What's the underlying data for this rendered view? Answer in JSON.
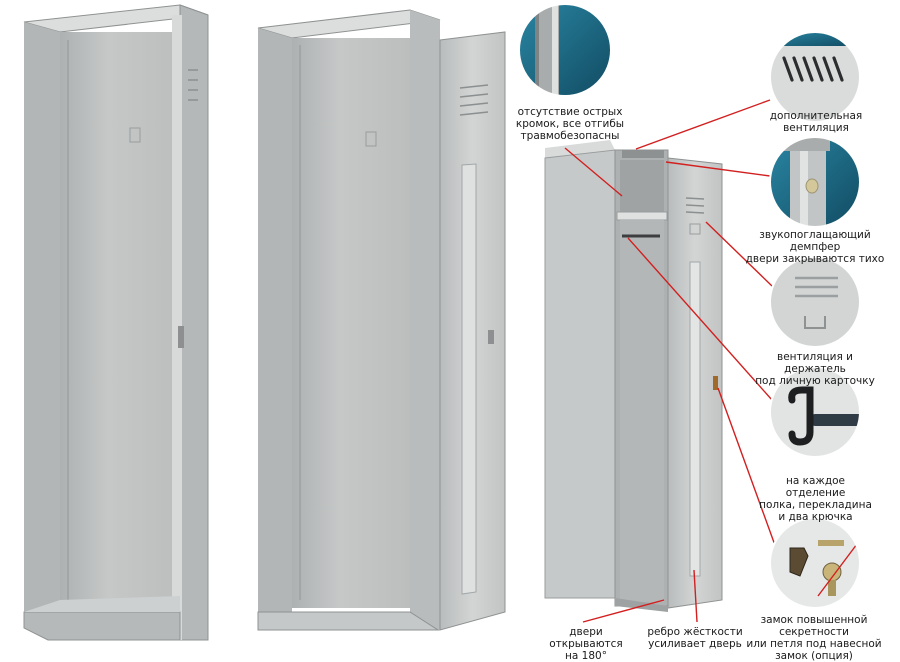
{
  "callouts": {
    "edges": "отсутствие острых\nкромок, все отгибы\nтравмобезопасны",
    "ventilation": "дополнительная\nвентиляция",
    "damper": "звукопоглащающий демпфер\nдвери закрываются тихо",
    "card_holder": "вентиляция и держатель\nпод личную карточку",
    "hooks": "на каждое отделение\nполка, перекладина\nи два крючка",
    "lock": "замок повышенной секретности\nили петля под навесной\nзамок (опция)",
    "door_180": "двери открываются\nна 180°",
    "rib": "ребро жёсткости\nусиливает дверь"
  },
  "colors": {
    "metal": "#c9cbcb",
    "metal_dark": "#a7aaab",
    "teal_background": "#1c6a86",
    "leader_line": "#d21f1f"
  },
  "icons": [
    "vent-slots",
    "door-damper",
    "card-holder",
    "coat-hook",
    "key-lock"
  ]
}
